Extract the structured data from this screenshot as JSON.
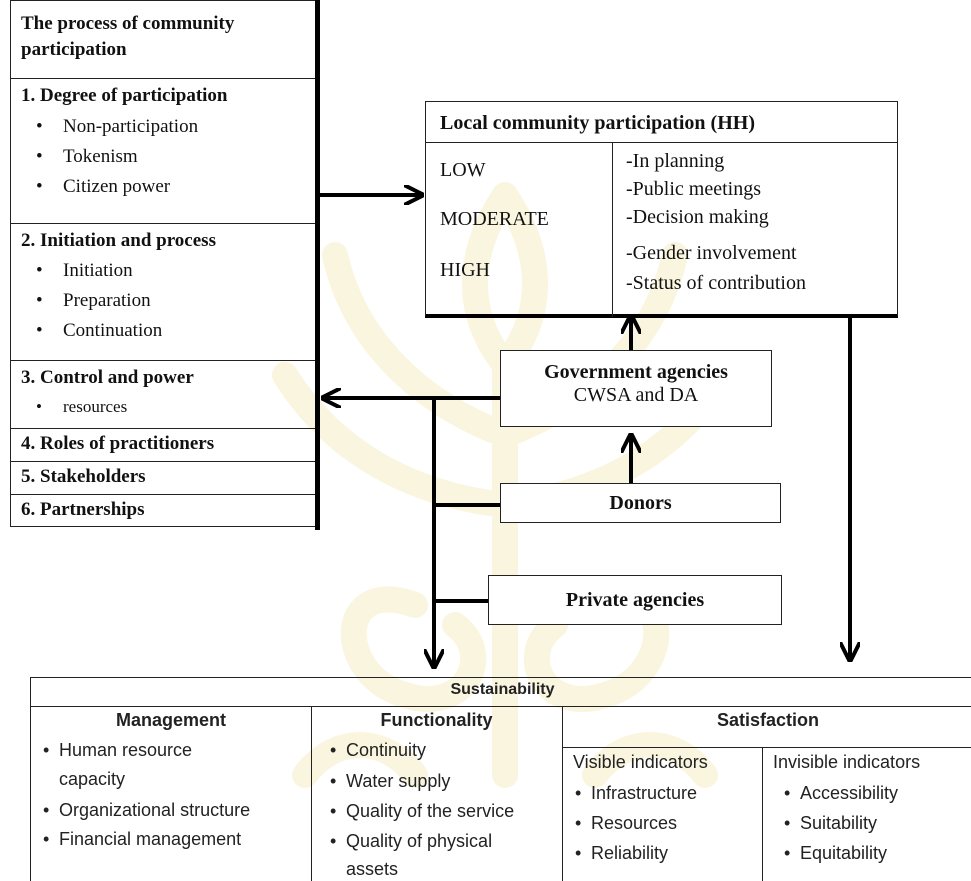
{
  "process_panel": {
    "title": "The process of community participation",
    "sections": [
      {
        "label": "1.  Degree of participation",
        "items": [
          "Non-participation",
          "Tokenism",
          "Citizen power"
        ]
      },
      {
        "label": "2.  Initiation and process",
        "items": [
          "Initiation",
          "Preparation",
          "Continuation"
        ]
      },
      {
        "label": "3.  Control and power",
        "items": [
          "resources"
        ]
      },
      {
        "label": "4.  Roles of practitioners",
        "items": []
      },
      {
        "label": "5.  Stakeholders",
        "items": []
      },
      {
        "label": "6.  Partnerships",
        "items": []
      }
    ]
  },
  "local_participation": {
    "title": "Local community participation (HH)",
    "levels": [
      "LOW",
      "MODERATE",
      "HIGH"
    ],
    "items": [
      "-In planning",
      "-Public meetings",
      "-Decision making",
      "-Gender involvement",
      "-Status of contribution"
    ]
  },
  "agencies": {
    "government": {
      "title": "Government agencies",
      "subtitle": "CWSA and DA"
    },
    "donors": "Donors",
    "private": "Private agencies"
  },
  "sustainability": {
    "title": "Sustainability",
    "management": {
      "title": "Management",
      "items": [
        "Human resource",
        "capacity",
        "Organizational structure",
        "Financial management"
      ]
    },
    "functionality": {
      "title": "Functionality",
      "items": [
        "Continuity",
        "Water supply",
        "Quality of the service",
        "Quality of physical",
        "assets"
      ]
    },
    "satisfaction": {
      "title": "Satisfaction",
      "visible": {
        "title": "Visible indicators",
        "items": [
          "Infrastructure",
          "Resources",
          "Reliability"
        ]
      },
      "invisible": {
        "title": "Invisible indicators",
        "items": [
          "Accessibility",
          "Suitability",
          "Equitability"
        ]
      }
    }
  },
  "colors": {
    "line": "#000000",
    "watermark": "#f3e3a6"
  }
}
